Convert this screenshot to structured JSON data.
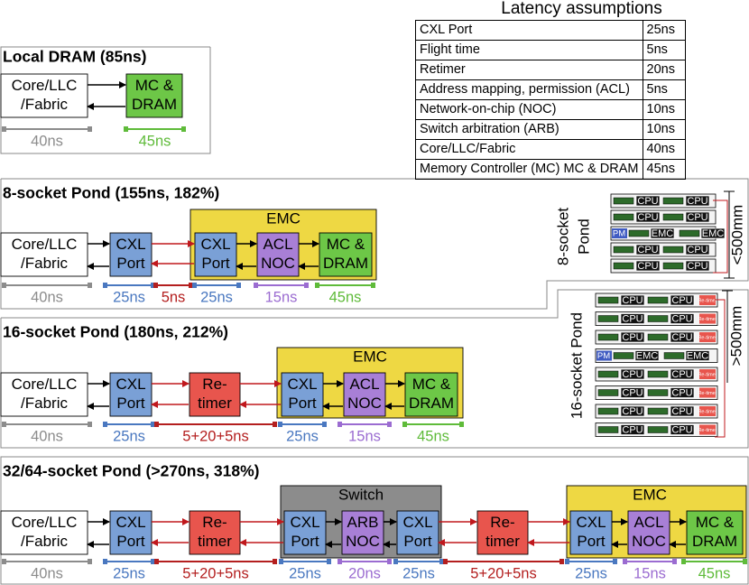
{
  "colors": {
    "core_fill": "#ffffff",
    "port_fill": "#7aa0d6",
    "mc_fill": "#6dc747",
    "acl_fill": "#a87fd6",
    "retimer_fill": "#e8554d",
    "emc_fill": "#eed843",
    "switch_fill": "#8c8c8c",
    "gray_text": "#8c8c8c",
    "green_text": "#5fbb3a",
    "blue_text": "#4a78c0",
    "red_text": "#b41f1f",
    "purple_text": "#9b6cd1",
    "arrow_red": "#c0181d",
    "arrow_black": "#000000"
  },
  "latency_table": {
    "title": "Latency assumptions",
    "rows": [
      {
        "item": "CXL Port",
        "latency": "25ns"
      },
      {
        "item": "Flight time",
        "latency": "5ns"
      },
      {
        "item": "Retimer",
        "latency": "20ns"
      },
      {
        "item": "Address mapping, permission (ACL)",
        "latency": "5ns"
      },
      {
        "item": "Network-on-chip (NOC)",
        "latency": "10ns"
      },
      {
        "item": "Switch arbitration (ARB)",
        "latency": "10ns"
      },
      {
        "item": "Core/LLC/Fabric",
        "latency": "40ns"
      },
      {
        "item": "Memory Controller (MC) MC & DRAM",
        "latency": "45ns"
      }
    ]
  },
  "sections": {
    "local": {
      "title": "Local DRAM (85ns)",
      "core": [
        "Core/LLC",
        "/Fabric"
      ],
      "mc": [
        "MC &",
        "DRAM"
      ],
      "lat_core": "40ns",
      "lat_mc": "45ns"
    },
    "pond8": {
      "title": "8-socket Pond (155ns, 182%)",
      "core": [
        "Core/LLC",
        "/Fabric"
      ],
      "port": [
        "CXL",
        "Port"
      ],
      "emc_label": "EMC",
      "emc_port": [
        "CXL",
        "Port"
      ],
      "acl": [
        "ACL",
        "NOC"
      ],
      "mc": [
        "MC &",
        "DRAM"
      ],
      "lat_core": "40ns",
      "lat_port": "25ns",
      "lat_flight": "5ns",
      "lat_emc_port": "25ns",
      "lat_acl": "15ns",
      "lat_mc": "45ns",
      "topology_label": [
        "8-socket",
        "Pond"
      ],
      "size_label": "<500mm"
    },
    "pond16": {
      "title": "16-socket Pond (180ns, 212%)",
      "core": [
        "Core/LLC",
        "/Fabric"
      ],
      "port": [
        "CXL",
        "Port"
      ],
      "retimer": [
        "Re-",
        "timer"
      ],
      "emc_label": "EMC",
      "emc_port": [
        "CXL",
        "Port"
      ],
      "acl": [
        "ACL",
        "NOC"
      ],
      "mc": [
        "MC &",
        "DRAM"
      ],
      "lat_core": "40ns",
      "lat_port": "25ns",
      "lat_retimer": "5+20+5ns",
      "lat_emc_port": "25ns",
      "lat_acl": "15ns",
      "lat_mc": "45ns",
      "topology_label": "16-socket Pond",
      "size_label": ">500mm"
    },
    "pond64": {
      "title": "32/64-socket Pond (>270ns, 318%)",
      "core": [
        "Core/LLC",
        "/Fabric"
      ],
      "port": [
        "CXL",
        "Port"
      ],
      "retimer1": [
        "Re-",
        "timer"
      ],
      "switch_label": "Switch",
      "sw_port_in": [
        "CXL",
        "Port"
      ],
      "arb": [
        "ARB",
        "NOC"
      ],
      "sw_port_out": [
        "CXL",
        "Port"
      ],
      "retimer2": [
        "Re-",
        "timer"
      ],
      "emc_label": "EMC",
      "emc_port": [
        "CXL",
        "Port"
      ],
      "acl": [
        "ACL",
        "NOC"
      ],
      "mc": [
        "MC &",
        "DRAM"
      ],
      "lat_core": "40ns",
      "lat_port": "25ns",
      "lat_retimer1": "5+20+5ns",
      "lat_sw_in": "25ns",
      "lat_arb": "20ns",
      "lat_sw_out": "25ns",
      "lat_retimer2": "5+20+5ns",
      "lat_emc_port": "25ns",
      "lat_acl": "15ns",
      "lat_mc": "45ns"
    }
  },
  "server_labels": {
    "cpu": "CPU",
    "emc": "EMC",
    "pm": "PM",
    "retimer": "Re-timer"
  }
}
